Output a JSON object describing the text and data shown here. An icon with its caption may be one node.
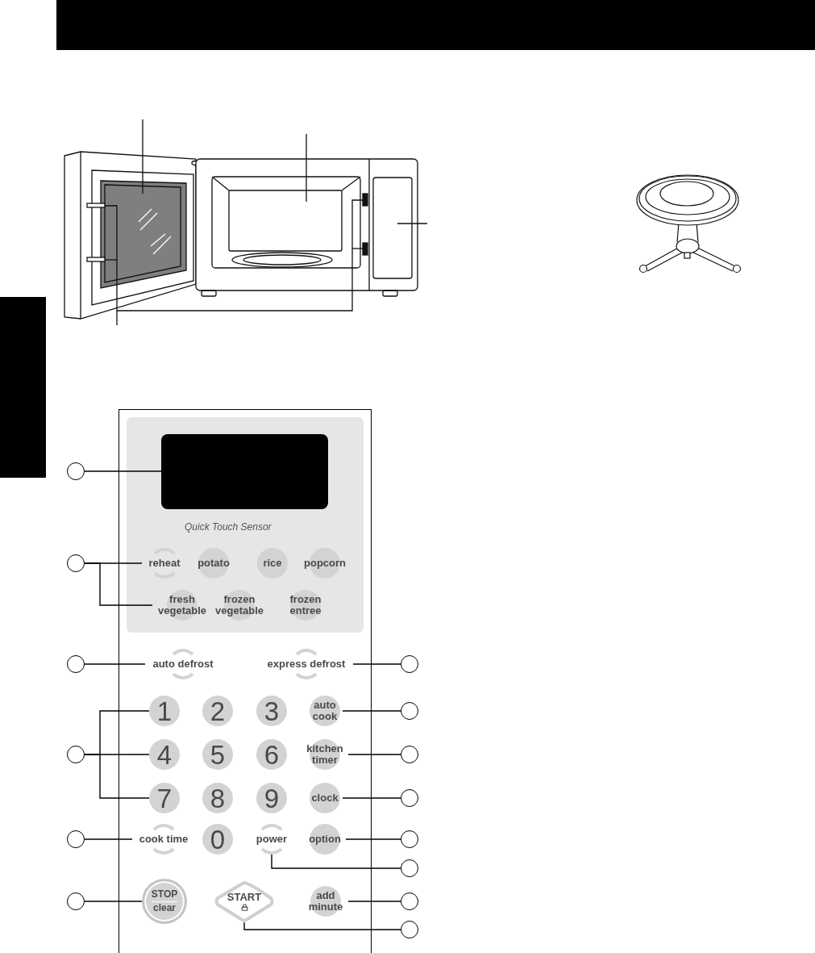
{
  "diagram": {
    "nodes": [
      {
        "text": [],
        "shape": "box"
      },
      {
        "text": [
          "reheat"
        ]
      },
      {
        "text": [
          "potato"
        ]
      },
      {
        "text": [
          "rice"
        ]
      },
      {
        "text": [
          "popcorn"
        ]
      },
      {
        "text": [
          "fresh vegetable"
        ]
      },
      {
        "text": [
          "frozen vegetable"
        ]
      },
      {
        "text": [
          "frozen entree"
        ]
      },
      {
        "text": [
          "auto defrost"
        ]
      },
      {
        "text": [
          "express defrost"
        ]
      },
      {
        "text": [
          "1"
        ]
      },
      {
        "text": [
          "2"
        ]
      },
      {
        "text": [
          "3"
        ]
      },
      {
        "text": [
          "auto cook"
        ]
      },
      {
        "text": [
          "4"
        ]
      },
      {
        "text": [
          "5"
        ]
      },
      {
        "text": [
          "6"
        ]
      },
      {
        "text": [
          "kitchen timer"
        ]
      },
      {
        "text": [
          "7"
        ]
      },
      {
        "text": [
          "8"
        ]
      },
      {
        "text": [
          "9"
        ]
      },
      {
        "text": [
          "clock"
        ]
      },
      {
        "text": [
          "cook time"
        ]
      },
      {
        "text": [
          "0"
        ]
      },
      {
        "text": [
          "power"
        ]
      },
      {
        "text": [
          "option"
        ]
      },
      {
        "text": [
          "STOP",
          "clear"
        ]
      },
      {
        "text": [
          "START"
        ]
      },
      {
        "text": [
          "add minute"
        ]
      },
      {
        "text": [],
        "shape": "circle"
      },
      {
        "text": [],
        "shape": "circle"
      },
      {
        "text": [],
        "shape": "circle"
      },
      {
        "text": [],
        "shape": "circle"
      },
      {
        "text": [],
        "shape": "circle"
      },
      {
        "text": [],
        "shape": "circle"
      },
      {
        "text": [],
        "shape": "circle"
      },
      {
        "text": [],
        "shape": "circle"
      },
      {
        "text": [],
        "shape": "circle"
      },
      {
        "text": [],
        "shape": "circle"
      },
      {
        "text": [],
        "shape": "circle"
      },
      {
        "text": [],
        "shape": "circle"
      },
      {
        "text": [],
        "shape": "circle"
      },
      {
        "text": [],
        "shape": "circle"
      },
      {
        "text": [],
        "shape": "bar"
      }
    ],
    "edges": [
      {
        "from": 29,
        "to": 0,
        "arrow": "none"
      },
      {
        "from": 30,
        "to": 1,
        "arrow": "none"
      },
      {
        "from": 30,
        "to": 5,
        "arrow": "none"
      },
      {
        "from": 31,
        "to": 8,
        "arrow": "none"
      },
      {
        "from": 32,
        "to": 10,
        "arrow": "none"
      },
      {
        "from": 32,
        "to": 14,
        "arrow": "none"
      },
      {
        "from": 32,
        "to": 18,
        "arrow": "none"
      },
      {
        "from": 33,
        "to": 22,
        "arrow": "none"
      },
      {
        "from": 34,
        "to": 26,
        "arrow": "none"
      },
      {
        "from": 35,
        "to": 9,
        "arrow": "none"
      },
      {
        "from": 36,
        "to": 13,
        "arrow": "none"
      },
      {
        "from": 37,
        "to": 17,
        "arrow": "none"
      },
      {
        "from": 38,
        "to": 21,
        "arrow": "none"
      },
      {
        "from": 39,
        "to": 25,
        "arrow": "none"
      },
      {
        "from": 40,
        "to": 24,
        "arrow": "none"
      },
      {
        "from": 41,
        "to": 28,
        "arrow": "none"
      },
      {
        "from": 42,
        "to": 27,
        "arrow": "none"
      }
    ],
    "labels": [
      "Quick Touch Sensor"
    ]
  }
}
